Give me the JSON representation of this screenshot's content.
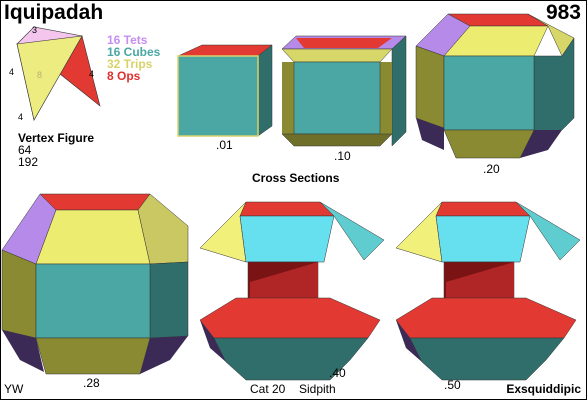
{
  "header": {
    "title": "Iquipadah",
    "number": "983"
  },
  "element_counts": [
    {
      "label": "16 Tets",
      "color": "#c58ef0"
    },
    {
      "label": "16 Cubes",
      "color": "#4aa7a3"
    },
    {
      "label": "32 Trips",
      "color": "#d8d26a"
    },
    {
      "label": "8 Ops",
      "color": "#e0302f"
    }
  ],
  "vertex_figure": {
    "title": "Vertex Figure",
    "numbers": [
      "64",
      "192"
    ],
    "edge_labels": {
      "top": "3",
      "center": "8",
      "left_upper": "4",
      "left_lower": "4",
      "right": "4"
    }
  },
  "cross_sections": {
    "heading": "Cross Sections",
    "labels": [
      ".01",
      ".10",
      ".20",
      ".28",
      ".40",
      ".50"
    ]
  },
  "footer": {
    "left": "YW",
    "category": "Cat 20",
    "sidpith": "Sidpith",
    "right": "Exsquiddipic"
  },
  "colors": {
    "tet": "#b58ae8",
    "cube": "#3f9c9a",
    "trip": "#d7d669",
    "op": "#e23a33",
    "olive": "#8a8a32",
    "dark": "#3a2a55"
  }
}
